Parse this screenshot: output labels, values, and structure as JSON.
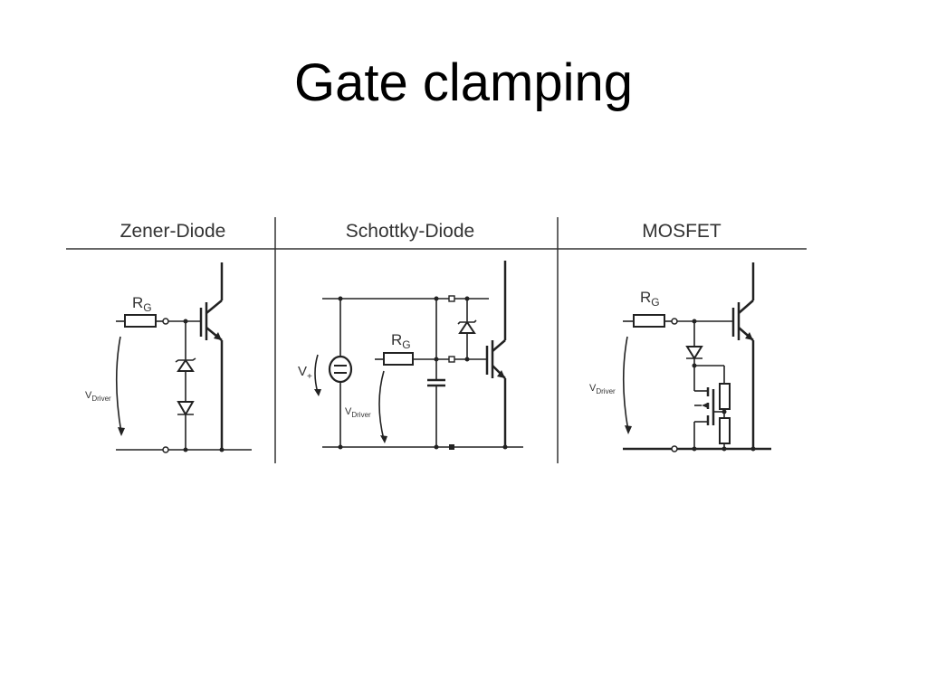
{
  "slide": {
    "title": "Gate clamping"
  },
  "diagram": {
    "columns": [
      {
        "header": "Zener-Diode"
      },
      {
        "header": "Schottky-Diode"
      },
      {
        "header": "MOSFET"
      }
    ],
    "labels": {
      "r_main": "R",
      "r_sub": "G",
      "v_main": "V",
      "v_driver_sub": "Driver",
      "v_plus": "V",
      "v_plus_sub": "+"
    }
  }
}
